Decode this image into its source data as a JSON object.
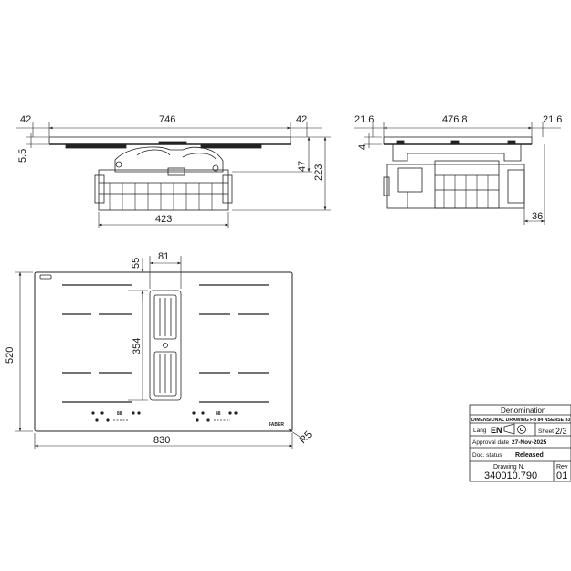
{
  "front_view": {
    "overhang_left": "42",
    "overall_width": "746",
    "overhang_right": "42",
    "glass_thickness": "5.5",
    "upper_depth": "47",
    "total_depth": "223",
    "body_width": "423"
  },
  "side_view": {
    "offset_left": "21.6",
    "overall_width": "476.8",
    "offset_right": "21.6",
    "glass_thickness": "4",
    "rear_offset": "36"
  },
  "top_view": {
    "vent_offset": "55",
    "vent_width": "81",
    "vent_length": "354",
    "hob_depth": "520",
    "hob_width": "830",
    "corner_radius": "R5",
    "control_left_level": "88",
    "control_right_level": "88",
    "brand": "FABER"
  },
  "title_block": {
    "denomination_label": "Denomination",
    "denomination": "DIMENSIONAL DRAWING FB 84 NSENSE 83",
    "lang_label": "Lang",
    "lang": "EN",
    "sheet_label": "Sheet",
    "sheet": "2/3",
    "approval_label": "Approval date",
    "approval_date": "27-Nov-2025",
    "status_label": "Doc. status",
    "status": "Released",
    "drawing_label": "Drawing N.",
    "drawing_number": "340010.790",
    "rev_label": "Rev",
    "rev": "01"
  }
}
